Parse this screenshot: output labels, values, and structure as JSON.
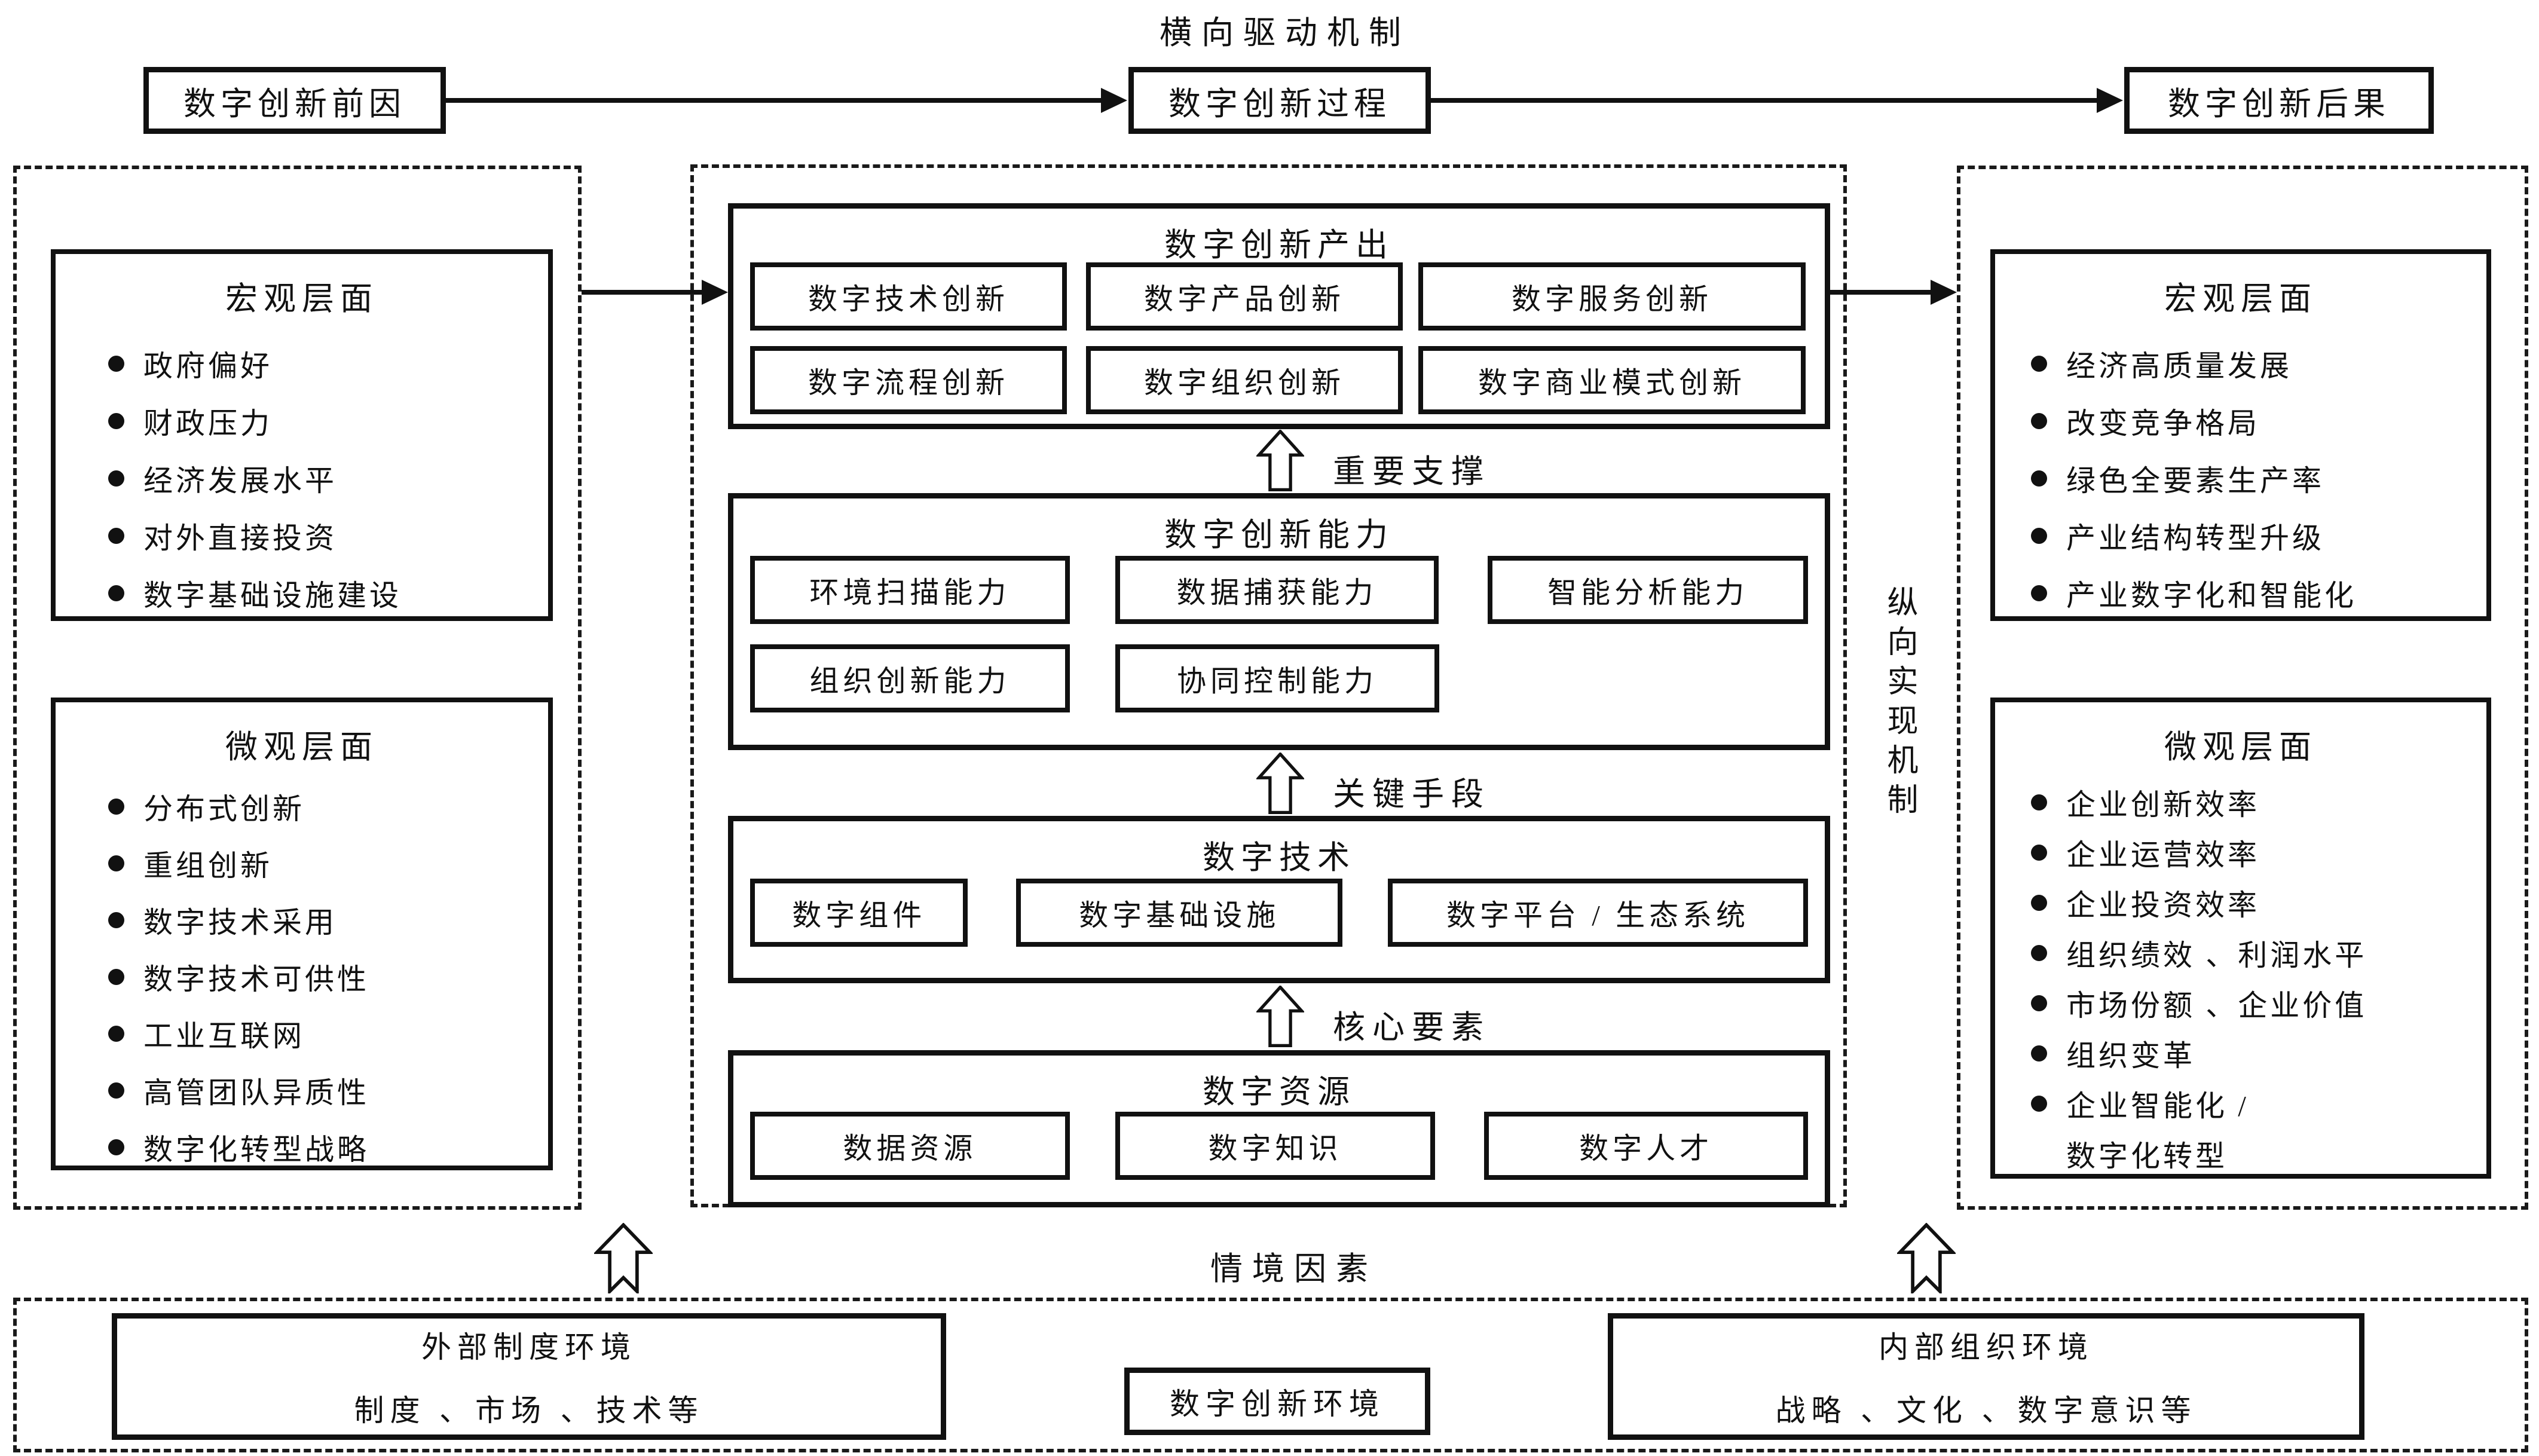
{
  "top": {
    "mechanism_label": "横向驱动机制",
    "antecedent": "数字创新前因",
    "process": "数字创新过程",
    "consequence": "数字创新后果"
  },
  "left_panel": {
    "macro": {
      "title": "宏观层面",
      "items": [
        "政府偏好",
        "财政压力",
        "经济发展水平",
        "对外直接投资",
        "数字基础设施建设"
      ]
    },
    "micro": {
      "title": "微观层面",
      "items": [
        "分布式创新",
        "重组创新",
        "数字技术采用",
        "数字技术可供性",
        "工业互联网",
        "高管团队异质性",
        "数字化转型战略"
      ]
    }
  },
  "center_panel": {
    "sections": [
      {
        "title": "数字创新产出",
        "boxes": [
          "数字技术创新",
          "数字产品创新",
          "数字服务创新",
          "数字流程创新",
          "数字组织创新",
          "数字商业模式创新"
        ]
      },
      {
        "title": "数字创新能力",
        "boxes": [
          "环境扫描能力",
          "数据捕获能力",
          "智能分析能力",
          "组织创新能力",
          "协同控制能力"
        ]
      },
      {
        "title": "数字技术",
        "boxes": [
          "数字组件",
          "数字基础设施",
          "数字平台 / 生态系统"
        ]
      },
      {
        "title": "数字资源",
        "boxes": [
          "数据资源",
          "数字知识",
          "数字人才"
        ]
      }
    ],
    "arrow_labels": [
      "重要支撑",
      "关键手段",
      "核心要素"
    ],
    "vertical_label": "纵向实现机制"
  },
  "right_panel": {
    "macro": {
      "title": "宏观层面",
      "items": [
        "经济高质量发展",
        "改变竞争格局",
        "绿色全要素生产率",
        "产业结构转型升级",
        "产业数字化和智能化"
      ]
    },
    "micro": {
      "title": "微观层面",
      "items": [
        "企业创新效率",
        "企业运营效率",
        "企业投资效率",
        "组织绩效 、利润水平",
        "市场份额 、企业价值",
        "组织变革",
        "企业智能化 /",
        "数字化转型"
      ]
    }
  },
  "bottom": {
    "context_label": "情境因素",
    "external": {
      "line1": "外部制度环境",
      "line2": "制度 、市场 、技术等"
    },
    "middle": "数字创新环境",
    "internal": {
      "line1": "内部组织环境",
      "line2": "战略 、文化 、数字意识等"
    }
  },
  "colors": {
    "ink": "#111111",
    "background": "#ffffff"
  }
}
